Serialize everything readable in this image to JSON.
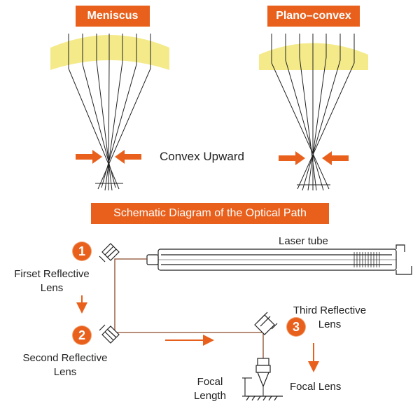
{
  "top": {
    "meniscus_label": "Meniscus",
    "planoconvex_label": "Plano–convex",
    "convex_upward_label": "Convex Upward"
  },
  "schematic": {
    "title": "Schematic Diagram of the Optical Path",
    "laser_tube_label": "Laser tube",
    "step1_number": "1",
    "step1_label_line1": "Firset Reflective",
    "step1_label_line2": "Lens",
    "step2_number": "2",
    "step2_label_line1": "Second Reflective",
    "step2_label_line2": "Lens",
    "step3_number": "3",
    "step3_label_line1": "Third Reflective",
    "step3_label_line2": "Lens",
    "focal_lens_label": "Focal Lens",
    "focal_length_line1": "Focal",
    "focal_length_line2": "Length"
  },
  "colors": {
    "accent": "#e8601c",
    "lens": "#f4ea8a",
    "line": "#222222"
  }
}
